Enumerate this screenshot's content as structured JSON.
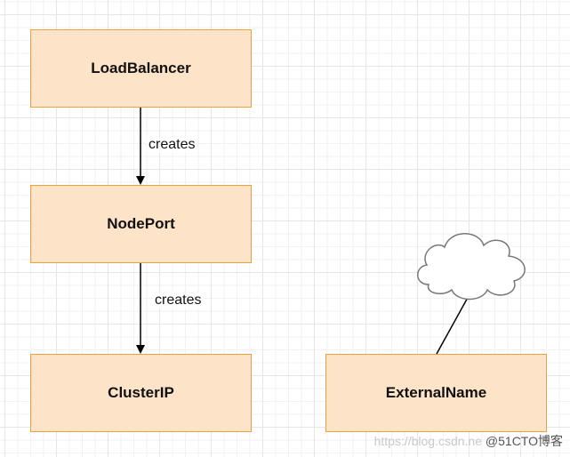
{
  "nodes": {
    "load_balancer": "LoadBalancer",
    "node_port": "NodePort",
    "cluster_ip": "ClusterIP",
    "external_name": "ExternalName"
  },
  "edges": {
    "lb_to_np": "creates",
    "np_to_cip": "creates"
  },
  "watermark": {
    "url": "https://blog.csdn.ne",
    "brand": "@51CTO博客"
  },
  "colors": {
    "node_fill": "#fde4c8",
    "node_border": "#e8a33d",
    "cloud_stroke": "#777777"
  }
}
